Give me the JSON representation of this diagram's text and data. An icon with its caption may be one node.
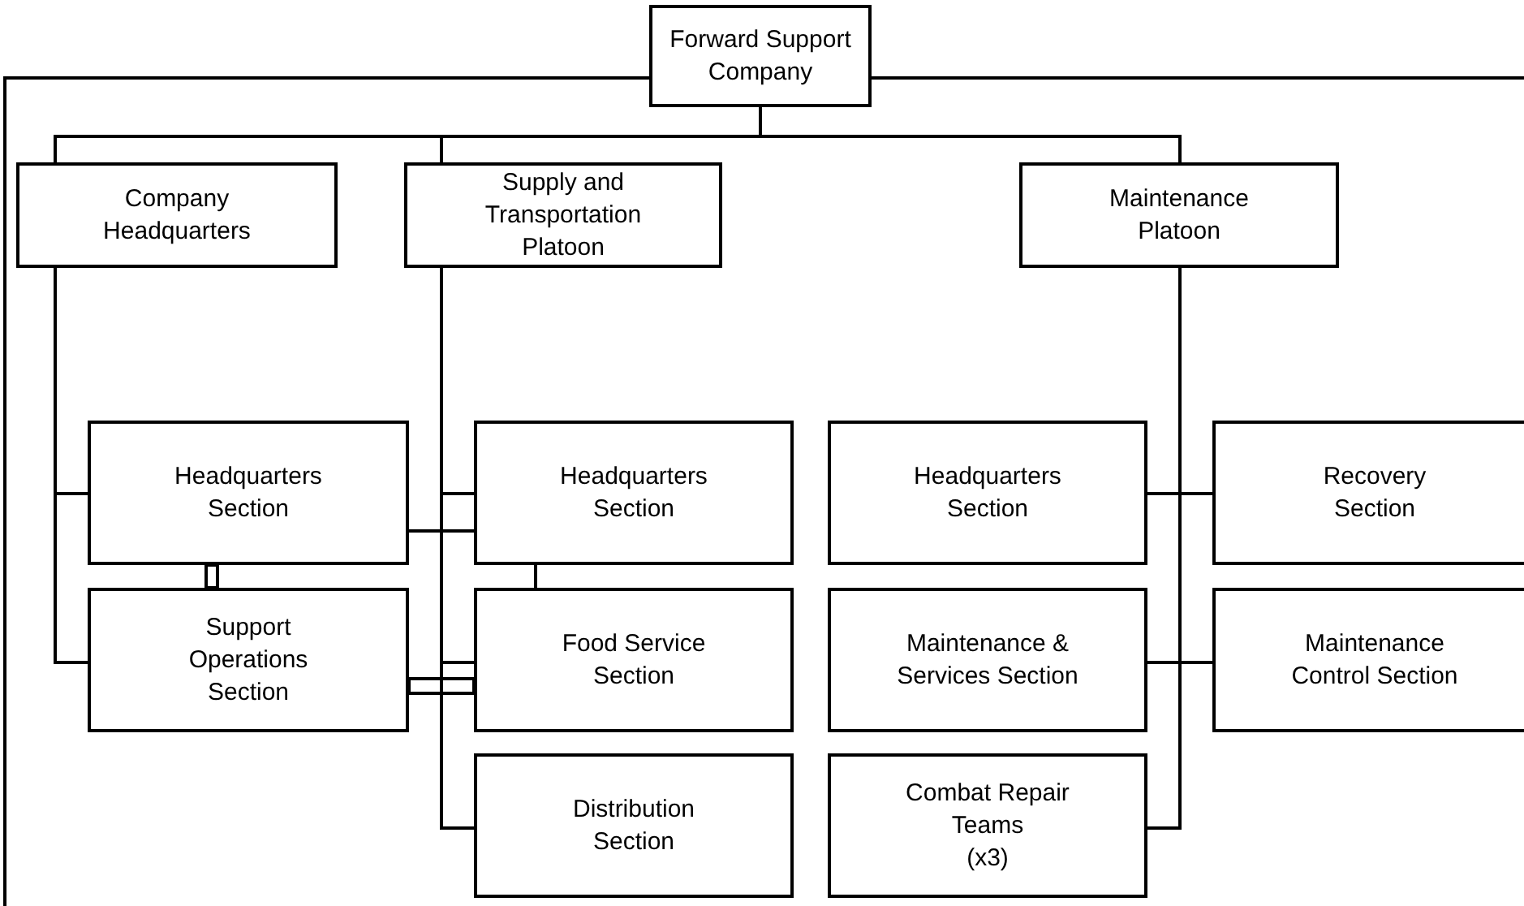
{
  "diagram": {
    "nodes": [
      {
        "text": [
          "Forward Support Company"
        ]
      },
      {
        "text": [
          "Company Headquarters"
        ]
      },
      {
        "text": [
          "Supply and Transportation Platoon"
        ]
      },
      {
        "text": [
          "Maintenance Platoon"
        ]
      },
      {
        "text": [
          "Headquarters Section"
        ]
      },
      {
        "text": [
          "Support Operations Section"
        ]
      },
      {
        "text": [
          "Headquarters Section"
        ]
      },
      {
        "text": [
          "Food Service Section"
        ]
      },
      {
        "text": [
          "Distribution Section"
        ]
      },
      {
        "text": [
          "Headquarters Section"
        ]
      },
      {
        "text": [
          "Maintenance & Services Section"
        ]
      },
      {
        "text": [
          "Combat Repair Teams",
          "(x3)"
        ]
      },
      {
        "text": [
          "Recovery Section"
        ]
      },
      {
        "text": [
          "Maintenance Control Section"
        ]
      }
    ],
    "edges": [
      {
        "from": 0,
        "to": 1,
        "arrow": "none"
      },
      {
        "from": 0,
        "to": 2,
        "arrow": "none"
      },
      {
        "from": 0,
        "to": 3,
        "arrow": "none"
      },
      {
        "from": 1,
        "to": 4,
        "arrow": "none"
      },
      {
        "from": 1,
        "to": 5,
        "arrow": "none"
      },
      {
        "from": 2,
        "to": 6,
        "arrow": "none"
      },
      {
        "from": 2,
        "to": 7,
        "arrow": "none"
      },
      {
        "from": 2,
        "to": 8,
        "arrow": "none"
      },
      {
        "from": 4,
        "to": 5,
        "arrow": "none"
      },
      {
        "from": 4,
        "to": 6,
        "arrow": "none"
      },
      {
        "from": 6,
        "to": 7,
        "arrow": "none"
      },
      {
        "from": 5,
        "to": 7,
        "arrow": "none"
      },
      {
        "from": 3,
        "to": 9,
        "arrow": "none"
      },
      {
        "from": 3,
        "to": 12,
        "arrow": "none"
      },
      {
        "from": 3,
        "to": 10,
        "arrow": "none"
      },
      {
        "from": 3,
        "to": 13,
        "arrow": "none"
      },
      {
        "from": 3,
        "to": 11,
        "arrow": "none"
      }
    ]
  }
}
